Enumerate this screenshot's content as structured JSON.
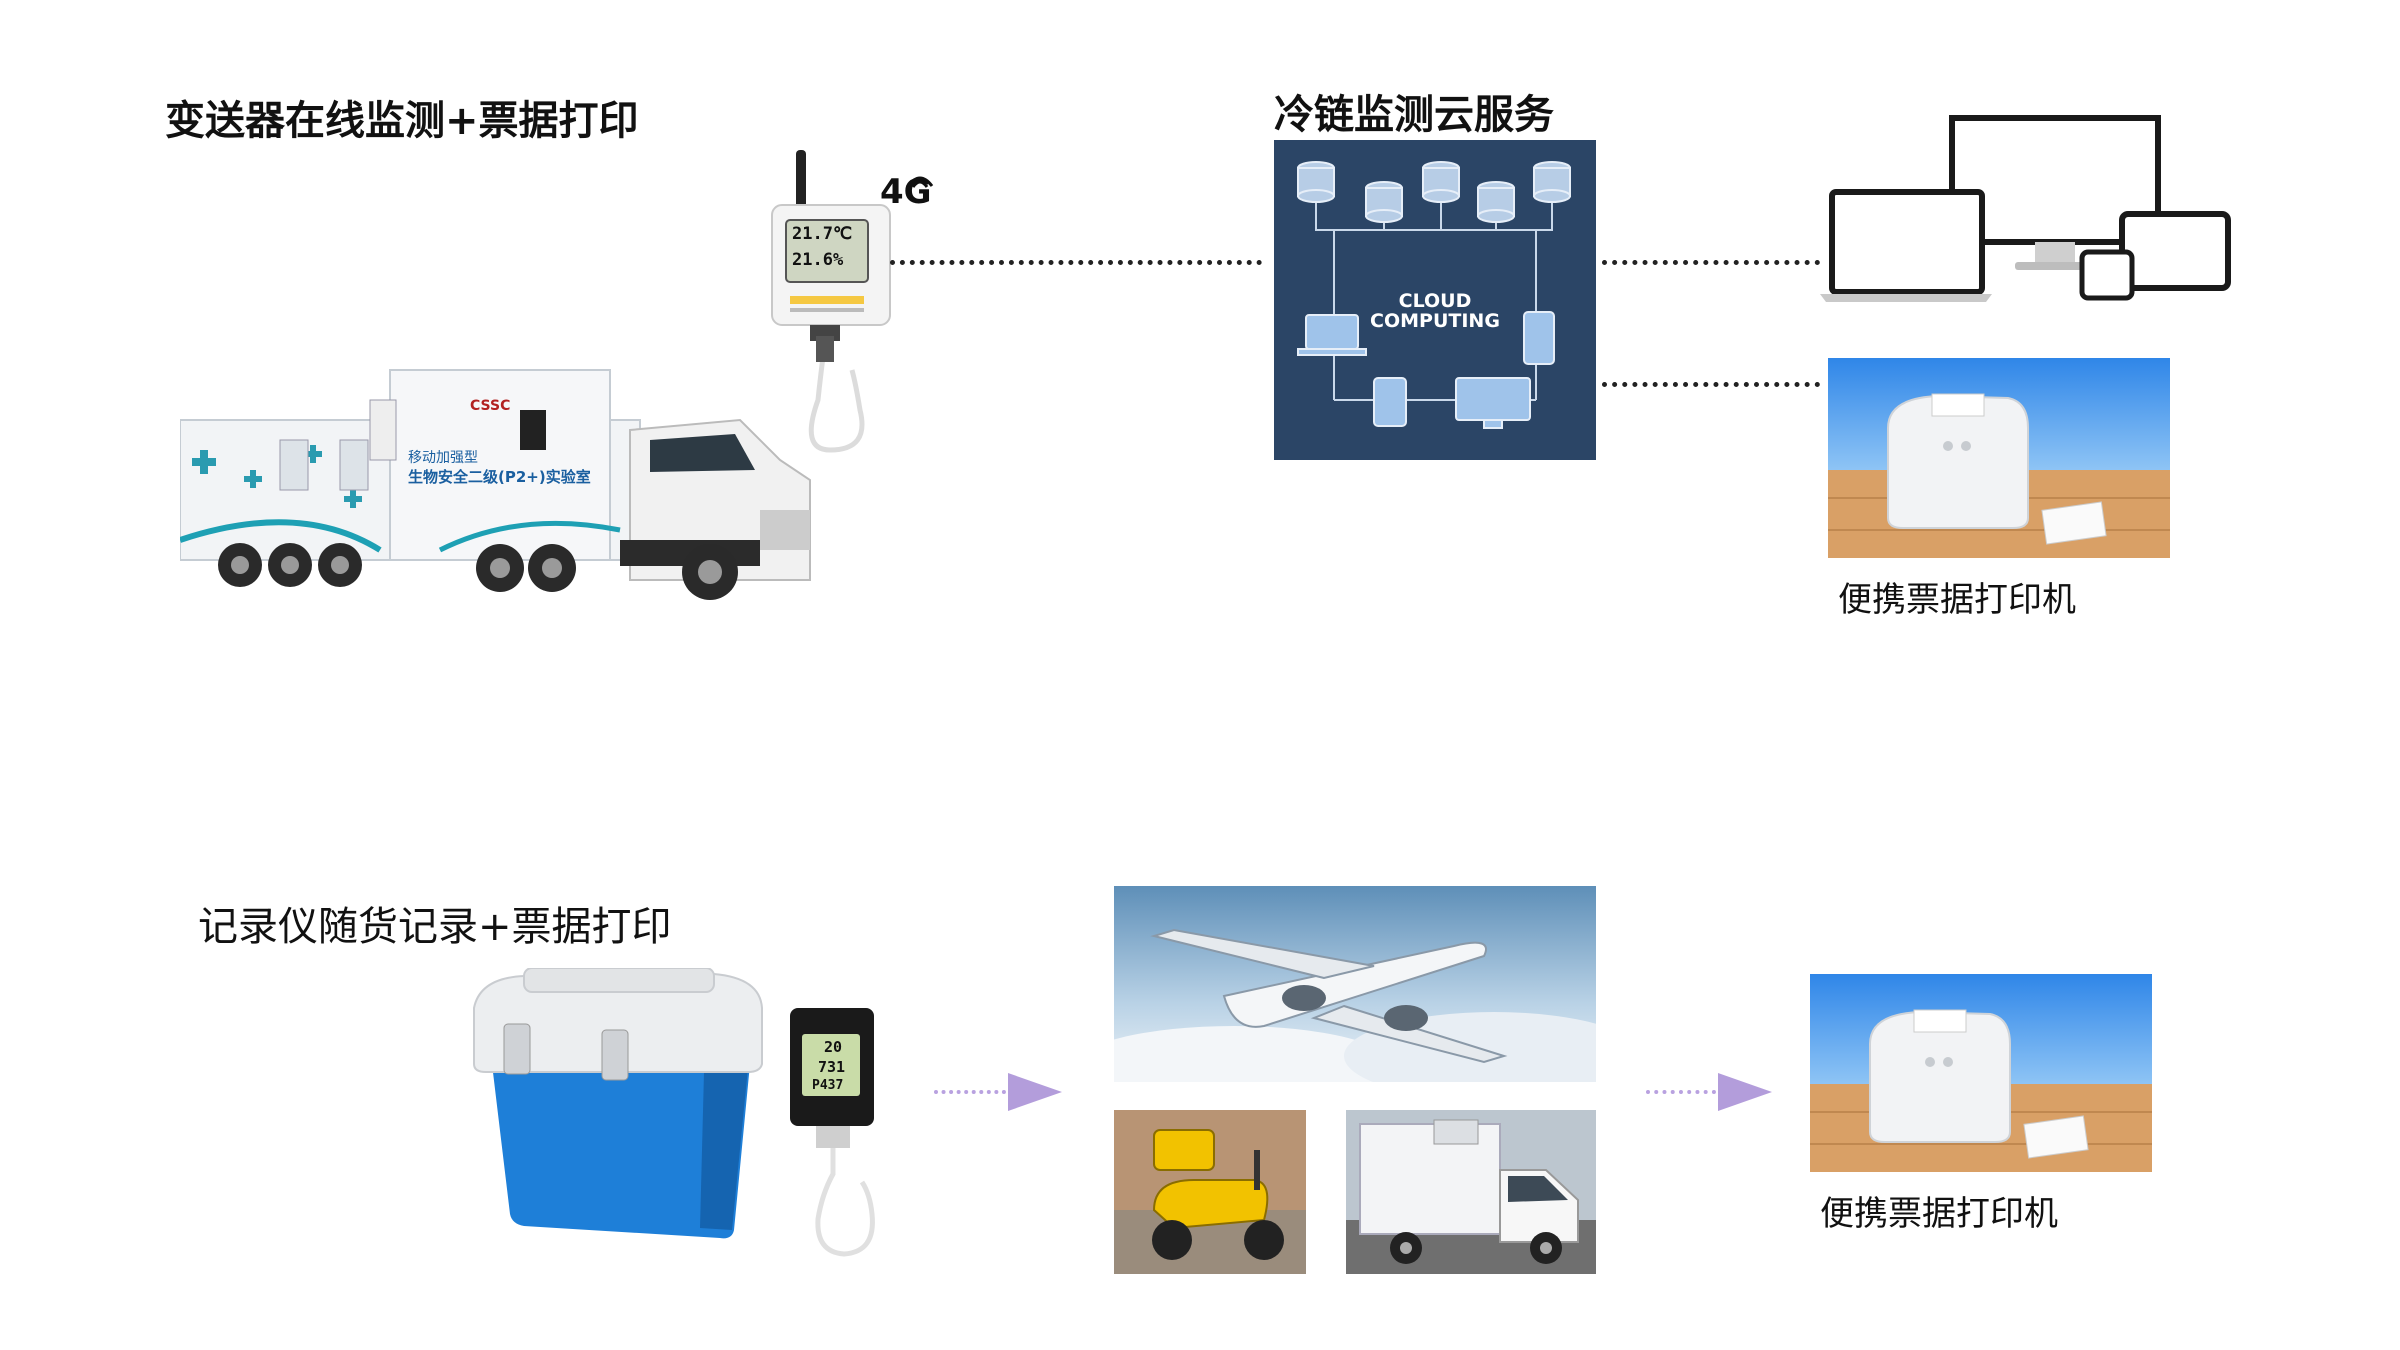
{
  "section_online": {
    "title": "变送器在线监测+票据打印",
    "badge_4g": "4G",
    "transmitter_temp": "21.7℃",
    "transmitter_humidity": "21.6%",
    "truck_brand": "CSSC",
    "truck_label_line1": "移动加强型",
    "truck_label_line2": "生物安全二级(P2+)实验室"
  },
  "cloud_service": {
    "title": "冷链监测云服务",
    "line1": "CLOUD",
    "line2": "COMPUTING"
  },
  "printer_top": {
    "label": "便携票据打印机"
  },
  "section_logger": {
    "title": "记录仪随货记录+票据打印",
    "logger_reading1": "20",
    "logger_reading2": "731",
    "logger_reading3": "P437"
  },
  "printer_bottom": {
    "label": "便携票据打印机"
  },
  "colors": {
    "cloud_bg": "#2b4566",
    "arrow": "#b39ddb",
    "sky": "#3f8fe6",
    "cooler_blue": "#1e7fd8"
  }
}
